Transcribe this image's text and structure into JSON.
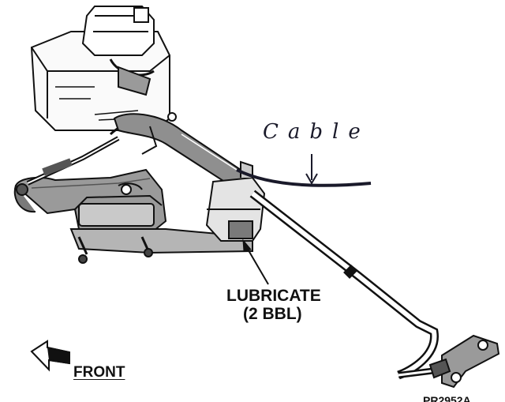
{
  "labels": {
    "lubricate_line1": "LUBRICATE",
    "lubricate_line2": "(2 BBL)",
    "front": "FRONT",
    "handwritten_annotation": "Cable",
    "part_number": "PR2952A"
  },
  "colors": {
    "ink": "#111111",
    "shade": "#8f8f8f",
    "light_shade": "#c9c9c9",
    "paper": "#ffffff",
    "handwriting": "#1a1a2a"
  },
  "icons": {
    "direction_arrow": "left-arrow-icon"
  }
}
